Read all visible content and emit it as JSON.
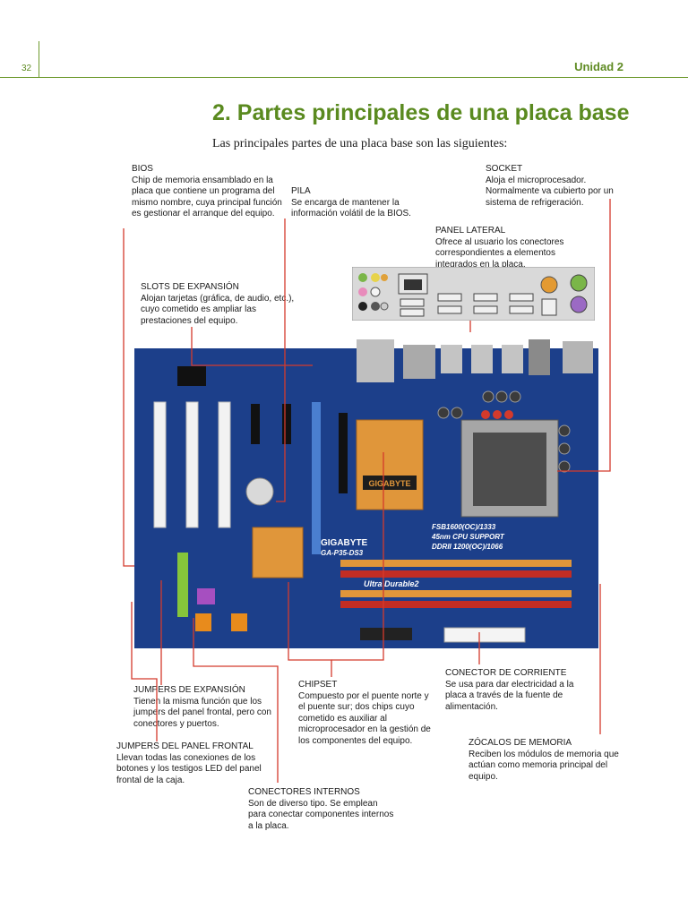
{
  "header": {
    "page_number": "32",
    "unit": "Unidad 2"
  },
  "title": "2. Partes principales de una placa base",
  "intro": "Las principales partes de una placa base son las siguientes:",
  "labels": {
    "bios": {
      "heading": "BIOS",
      "body": "Chip de memoria ensamblado en la placa que contiene un programa del mismo nombre, cuya principal función es gestionar el arranque del equipo."
    },
    "pila": {
      "heading": "PILA",
      "body": "Se encarga de mantener la información volátil de la BIOS."
    },
    "socket": {
      "heading": "SOCKET",
      "body": "Aloja el microprocesador. Normalmente va cubierto por un sistema de refrigeración."
    },
    "panel_lateral": {
      "heading": "PANEL LATERAL",
      "body": "Ofrece al usuario los conectores correspondientes a elementos integrados en la placa."
    },
    "slots": {
      "heading": "SLOTS DE EXPANSIÓN",
      "body": "Alojan tarjetas (gráfica, de audio, etc.), cuyo cometido es ampliar las prestaciones del equipo."
    },
    "jumpers_expansion": {
      "heading": "JUMPERS DE EXPANSIÓN",
      "body": "Tienen la misma función que los jumpers del panel frontal, pero con conectores y puertos."
    },
    "chipset": {
      "heading": "CHIPSET",
      "body": "Compuesto por el puente norte y el puente sur; dos chips cuyo cometido es auxiliar al microprocesador en la gestión de los componentes del equipo."
    },
    "conector_corriente": {
      "heading": "CONECTOR DE CORRIENTE",
      "body": "Se usa para dar electricidad a la placa a través de la fuente de alimentación."
    },
    "jumpers_panel": {
      "heading": "JUMPERS DEL PANEL FRONTAL",
      "body": "Llevan todas las conexiones de los botones y los testigos LED del panel frontal de la caja."
    },
    "zocalos": {
      "heading": "ZÓCALOS DE MEMORIA",
      "body": "Reciben los módulos de memoria que actúan como memoria principal del equipo."
    },
    "conectores_internos": {
      "heading": "CONECTORES INTERNOS",
      "body": "Son de diverso tipo. Se emplean para conectar componentes internos a la placa."
    }
  },
  "board_text": {
    "brand": "GIGABYTE",
    "heatsink_brand": "GIGABYTE",
    "model": "GA-P35-DS3",
    "fsb": "FSB1600(OC)/1333",
    "cpu": "45nm CPU SUPPORT",
    "ddr": "DDRII 1200(OC)/1066",
    "ultra": "Ultra Durable2"
  },
  "colors": {
    "accent_green": "#5a8a1f",
    "callout_red": "#d43a2c",
    "board_blue": "#1c3f8a"
  }
}
